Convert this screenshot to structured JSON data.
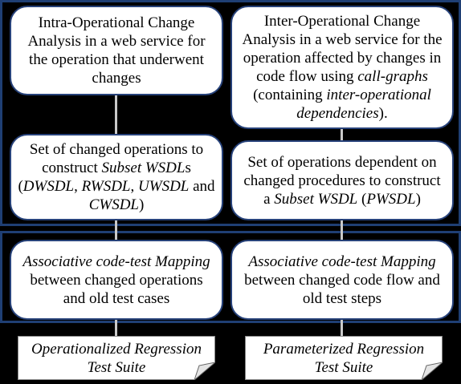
{
  "boxes": {
    "intra_analysis": {
      "text": "Intra-Operational Change Analysis in a web service for the operation that underwent changes"
    },
    "inter_analysis": {
      "pre": "Inter-Operational Change Analysis in a web service for the operation affected by changes in code flow using ",
      "italic1": "call-graphs",
      "mid": " (containing ",
      "italic2": "inter-operational dependencies",
      "post": ")."
    },
    "changed_ops": {
      "pre": "Set of changed operations to construct ",
      "italic1": "Subset WSDL",
      "mid1": "s (",
      "italic2": "DWSDL",
      "mid2": ", ",
      "italic3": "RWSDL",
      "mid3": ", ",
      "italic4": "UWSDL",
      "mid4": " and ",
      "italic5": "CWSDL",
      "post": ")"
    },
    "dependent_ops": {
      "pre": "Set of operations dependent on changed procedures to construct a ",
      "italic1": "Subset WSDL",
      "mid": " (",
      "italic2": "PWSDL",
      "post": ")"
    },
    "mapping_ops": {
      "italic": "Associative code-test Mapping",
      "post": " between changed operations and old test cases"
    },
    "mapping_flow": {
      "italic": "Associative code-test Mapping",
      "post": " between changed code flow and old test steps"
    }
  },
  "documents": {
    "operationalized": "Operationalized Regression Test Suite",
    "parameterized": "Parameterized Regression Test Suite"
  }
}
